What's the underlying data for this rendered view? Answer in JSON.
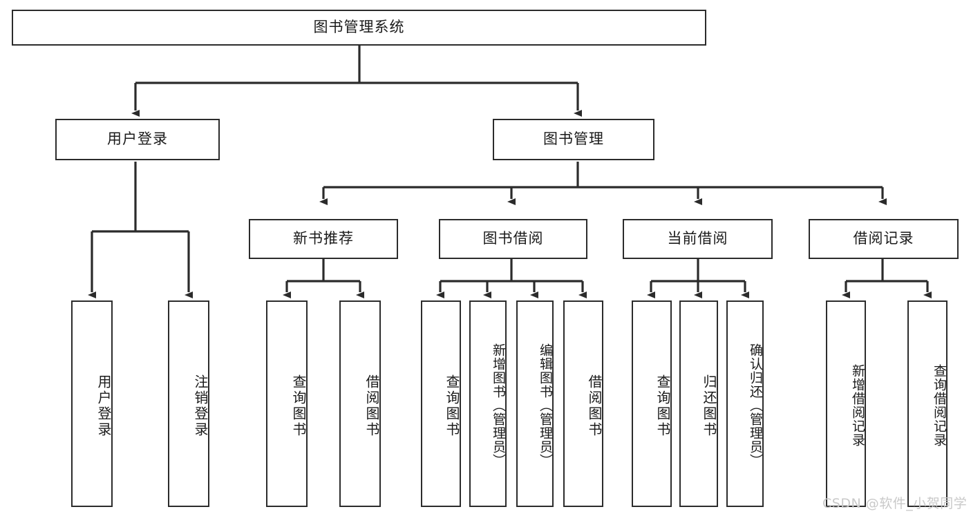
{
  "diagram": {
    "title": "图书管理系统",
    "type": "tree-hierarchy-chart",
    "colors": {
      "stroke": "#2b2b2b",
      "fill": "#ffffff",
      "text": "#1a1a1a",
      "watermark": "#c9c9c9"
    },
    "root": {
      "label": "图书管理系统"
    },
    "level2": [
      {
        "label": "用户登录"
      },
      {
        "label": "图书管理"
      }
    ],
    "level3": [
      {
        "label": "新书推荐"
      },
      {
        "label": "图书借阅"
      },
      {
        "label": "当前借阅"
      },
      {
        "label": "借阅记录"
      }
    ],
    "leaves": {
      "user_login": [
        {
          "label": "用户登录"
        },
        {
          "label": "注销登录"
        }
      ],
      "new_book_recommend": [
        {
          "label": "查询图书"
        },
        {
          "label": "借阅图书"
        }
      ],
      "book_borrow": [
        {
          "label": "查询图书"
        },
        {
          "label": "新增图书（管理员）"
        },
        {
          "label": "编辑图书（管理员）"
        },
        {
          "label": "借阅图书"
        }
      ],
      "current_borrow": [
        {
          "label": "查询图书"
        },
        {
          "label": "归还图书"
        },
        {
          "label": "确认归还（管理员）"
        }
      ],
      "borrow_record": [
        {
          "label": "新增借阅记录"
        },
        {
          "label": "查询借阅记录"
        }
      ]
    }
  },
  "watermark": {
    "text": "CSDN @软件_小贺同学"
  }
}
